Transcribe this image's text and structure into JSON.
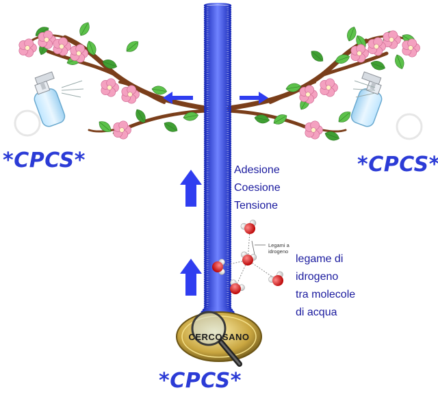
{
  "colors": {
    "cpcs": "#2b3bd6",
    "text": "#1a1a9e",
    "arrow": "#2f3df0",
    "trunk": "#2c3de0",
    "branch": "#7a3e1a",
    "leaf": "#4caf3c",
    "flower": "#f4a1c0"
  },
  "labels": {
    "cpcs_left": "*CPCS*",
    "cpcs_right": "*CPCS*",
    "cpcs_bottom": "*CPCS*",
    "forces": [
      "Adesione",
      "Coesione",
      "Tensione"
    ],
    "bond_text": [
      "legame di",
      "idrogeno",
      "tra molecole",
      "di acqua"
    ],
    "bond_callout": [
      "Legami a",
      "idrogeno"
    ],
    "logo": "CERCOSANO"
  },
  "icons": [
    "spray-bottle-icon",
    "magnifier-icon",
    "arrow-up-icon",
    "arrow-left-icon",
    "arrow-right-icon",
    "water-molecule-icon"
  ]
}
